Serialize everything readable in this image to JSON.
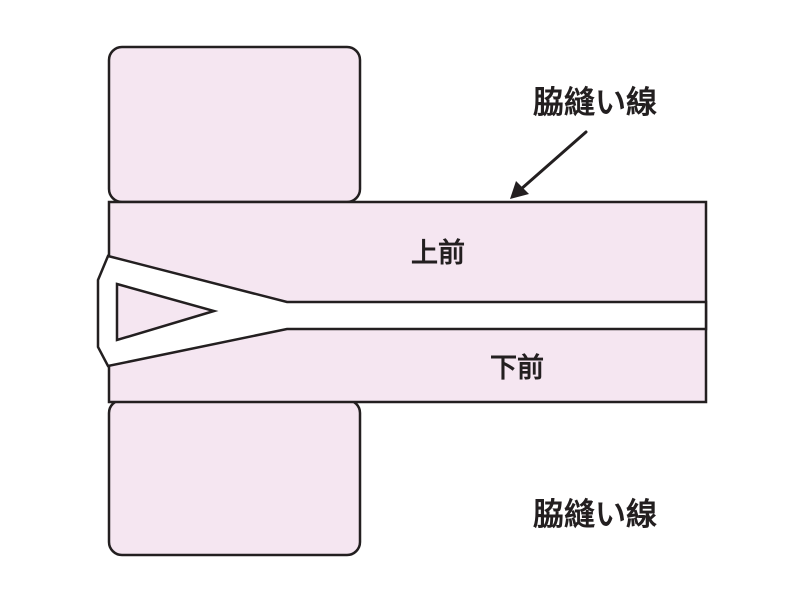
{
  "colors": {
    "fabric_fill": "#f5e6f1",
    "outline": "#231f20",
    "background": "#ffffff"
  },
  "labels": {
    "upper_front": "上前",
    "lower_front": "下前",
    "side_seam_callout": "脇縫い線",
    "side_seam_caption": "脇縫い線"
  }
}
